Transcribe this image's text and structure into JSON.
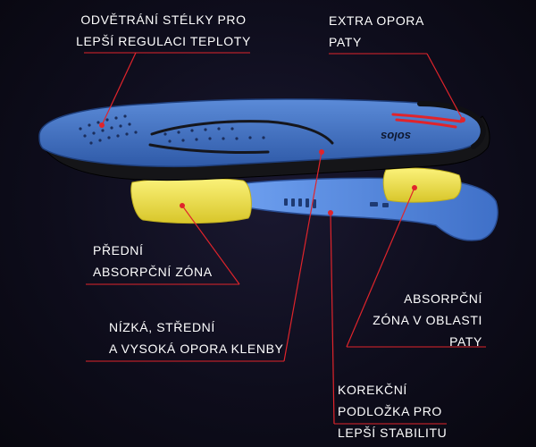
{
  "callouts": {
    "ventilation": {
      "lines": [
        "ODVĚTRÁNÍ STÉLKY PRO",
        "LEPŠÍ REGULACI TEPLOTY"
      ]
    },
    "heel_support": {
      "lines": [
        "EXTRA OPORA",
        "PATY"
      ]
    },
    "front_absorption": {
      "lines": [
        "PŘEDNÍ",
        "ABSORPČNÍ ZÓNA"
      ]
    },
    "heel_absorption": {
      "lines": [
        "ABSORPČNÍ",
        "ZÓNA V OBLASTI",
        "PATY"
      ]
    },
    "arch_support": {
      "lines": [
        "NÍZKÁ, STŘEDNÍ",
        "A VYSOKÁ OPORA KLENBY"
      ]
    },
    "corrective_pad": {
      "lines": [
        "KOREKČNÍ",
        "PODLOŽKA PRO",
        "LEPŠÍ STABILITU"
      ]
    }
  },
  "insole_brand": "solos",
  "colors": {
    "background": "#0e0d1c",
    "leader_line": "#e0242b",
    "insole_blue": "#3f6fc4",
    "gel_yellow": "#f2e54a"
  }
}
